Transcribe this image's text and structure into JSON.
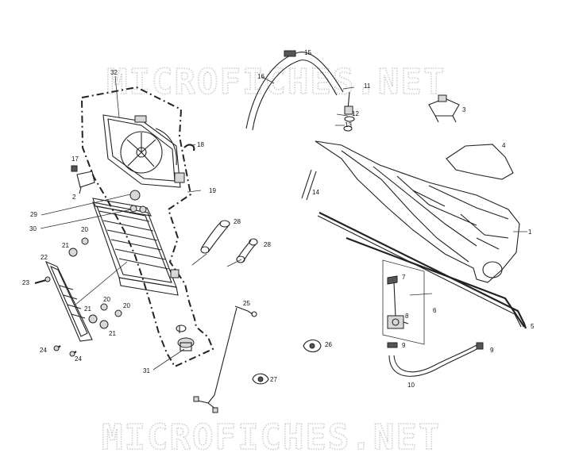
{
  "watermarks": [
    "MICROFICHES.NET",
    "MICROFICHES.NET"
  ],
  "callouts": [
    "1",
    "2",
    "3",
    "4",
    "5",
    "6",
    "7",
    "8",
    "9",
    "9",
    "10",
    "11",
    "12",
    "13",
    "14",
    "15",
    "16",
    "17",
    "18",
    "19",
    "20",
    "20",
    "20",
    "21",
    "21",
    "21",
    "22",
    "23",
    "24",
    "24",
    "25",
    "26",
    "27",
    "28",
    "28",
    "29",
    "30",
    "31",
    "32"
  ]
}
